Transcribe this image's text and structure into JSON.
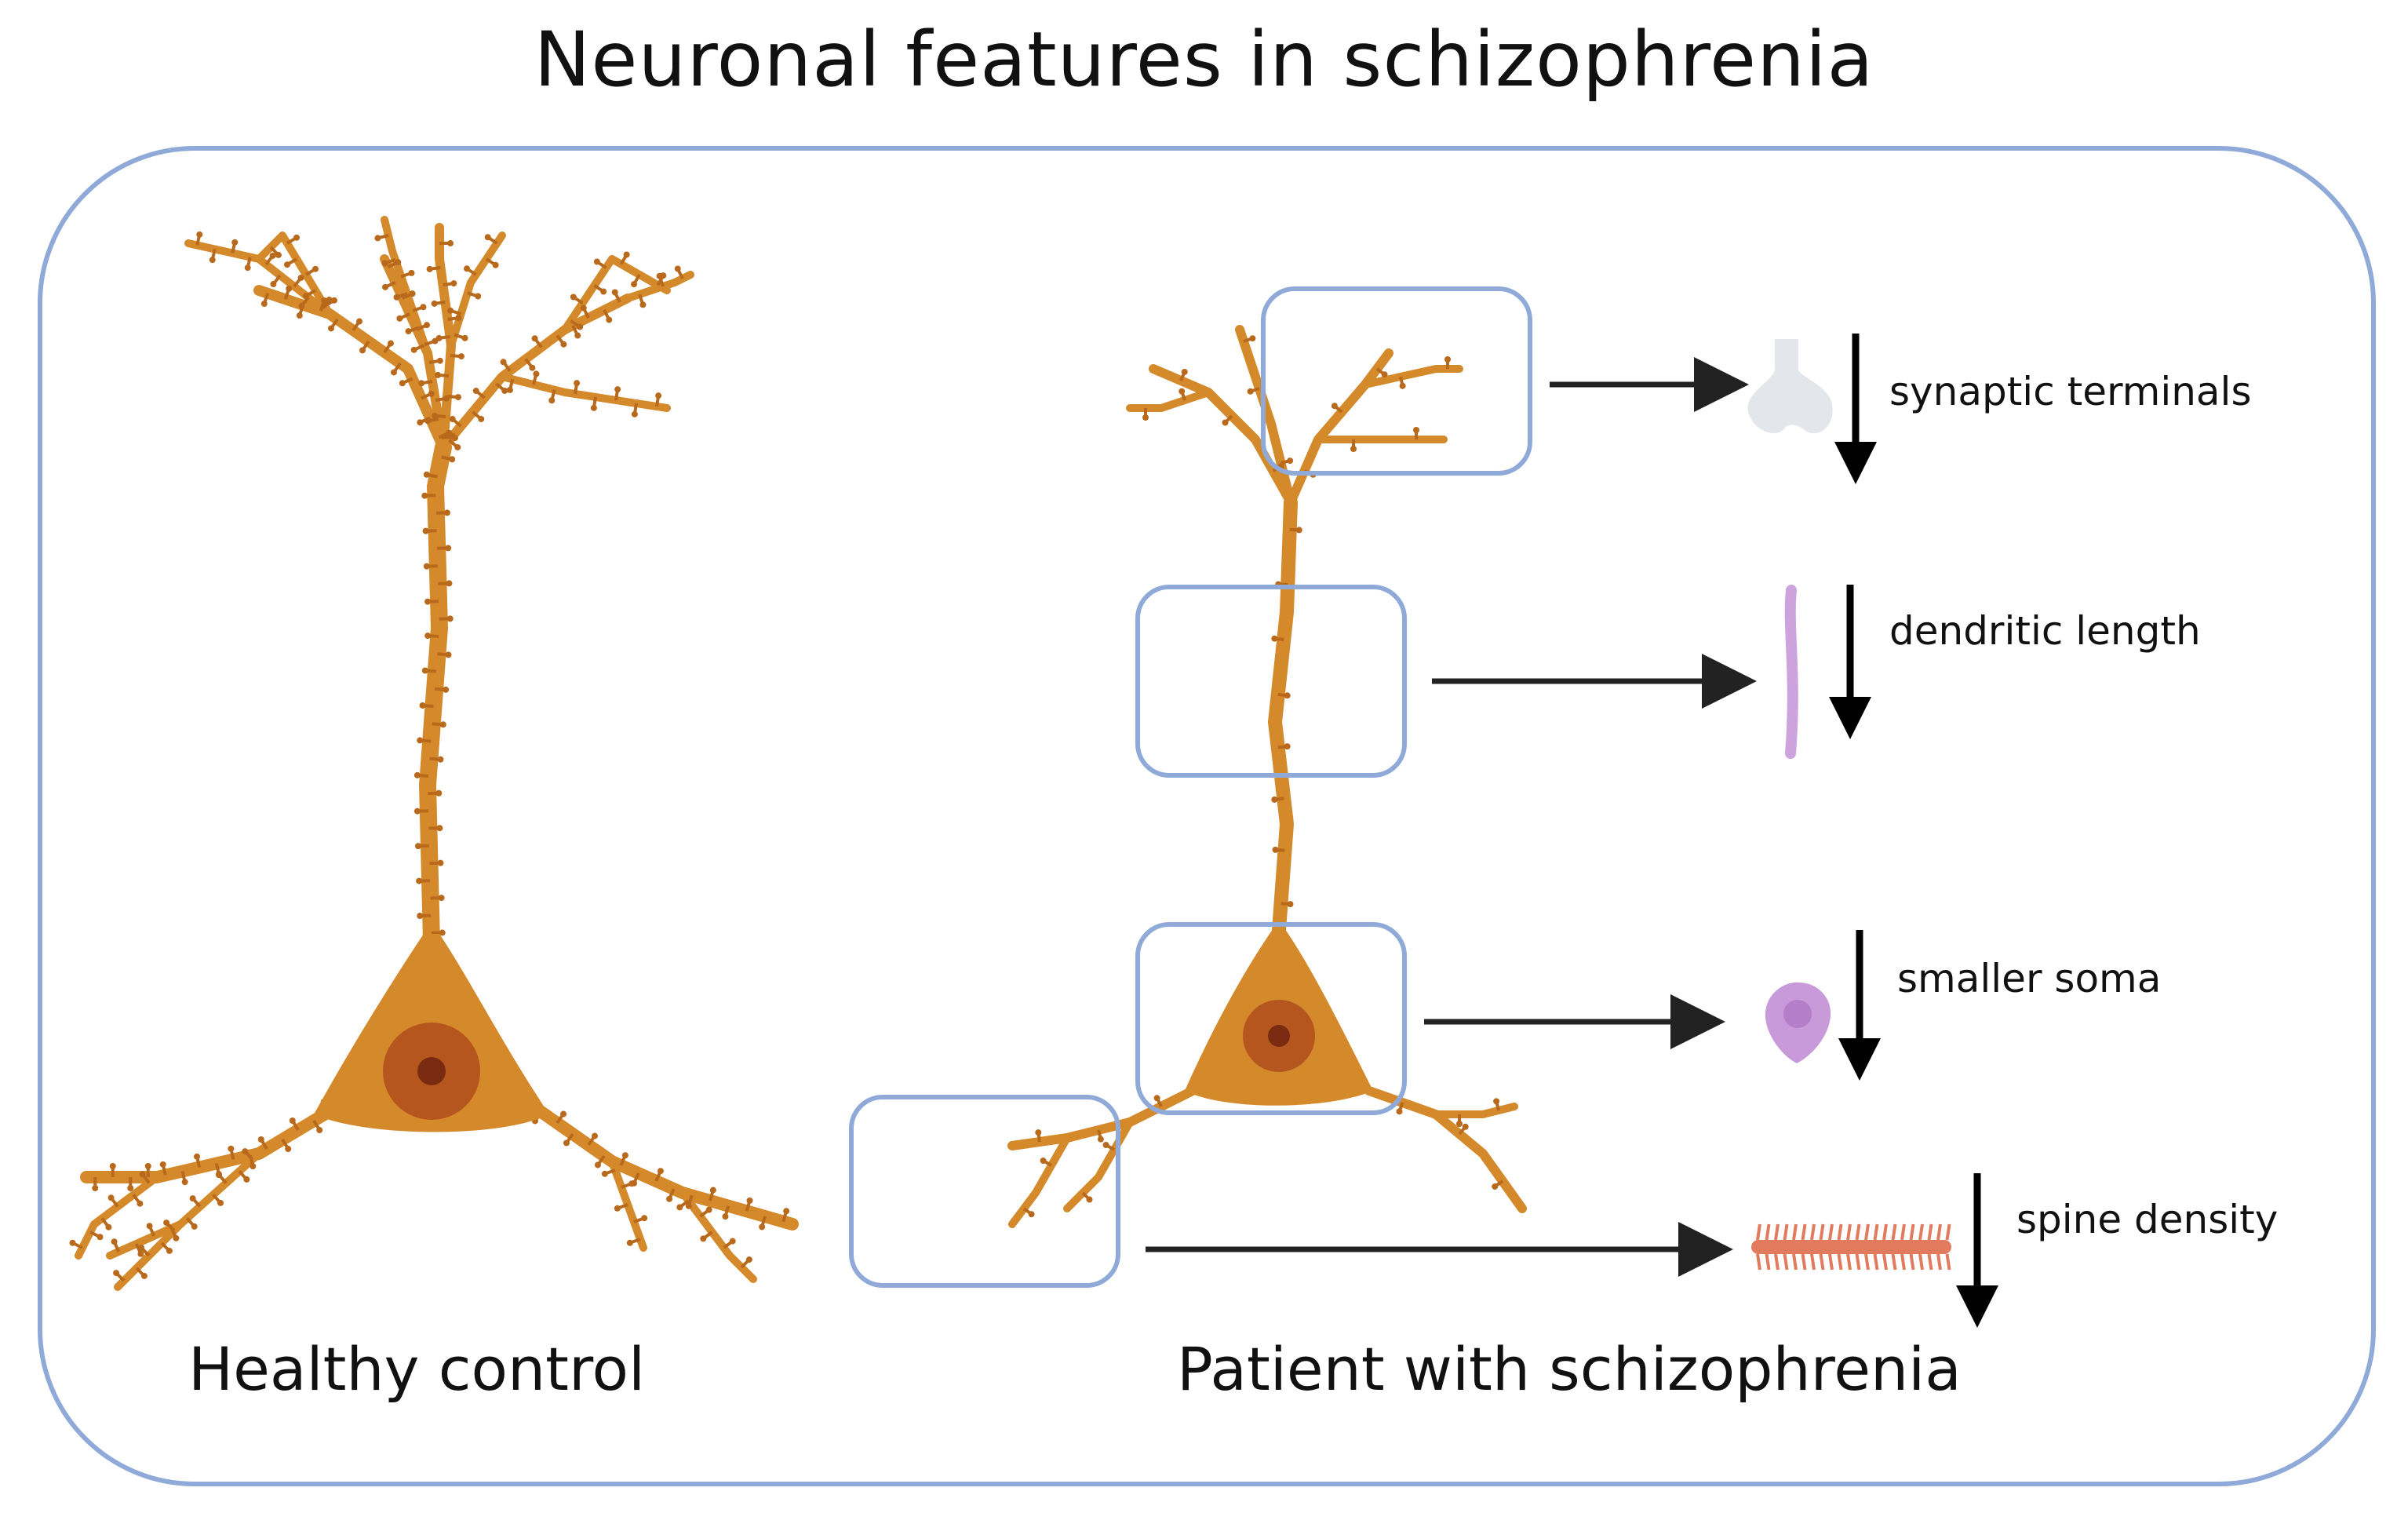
{
  "title": "Neuronal features in schizophrenia",
  "captions": {
    "healthy": "Healthy control",
    "patient": "Patient with schizophrenia"
  },
  "features": [
    {
      "label": "synaptic terminals",
      "direction": "decreased",
      "icon": "synaptic-terminal-icon"
    },
    {
      "label": "dendritic length",
      "direction": "decreased",
      "icon": "dendrite-segment-icon"
    },
    {
      "label": "smaller soma",
      "direction": "decreased",
      "icon": "soma-icon"
    },
    {
      "label": "spine density",
      "direction": "decreased",
      "icon": "spiny-dendrite-icon"
    }
  ],
  "colors": {
    "neuron": "#d4892a",
    "neuron_dark": "#b8691c",
    "nucleus": "#b5561f",
    "nucleolus": "#7a2a10",
    "frame": "#8fa9d8",
    "synapse_icon": "#e3e6ea",
    "dendrite_icon": "#cda3de",
    "soma_icon": "#c99ad9",
    "spine_icon": "#e27a5e"
  }
}
